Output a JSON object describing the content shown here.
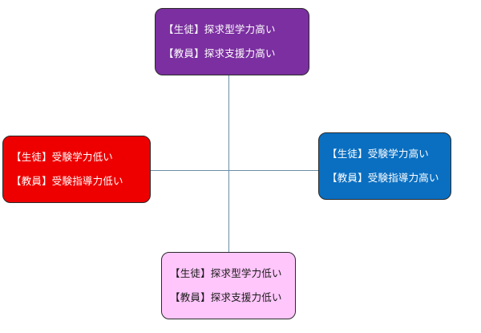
{
  "colors": {
    "top": "#7b2fa0",
    "left": "#ee0000",
    "right": "#0a6fc1",
    "bottom": "#ffc6fb"
  },
  "quadrants": {
    "top": {
      "line1": "【生徒】探求型学力高い",
      "line2": "【教員】探求支援力高い"
    },
    "left": {
      "line1": "【生徒】受験学力低い",
      "line2": "【教員】受験指導力低い"
    },
    "right": {
      "line1": "【生徒】受験学力高い",
      "line2": "【教員】受験指導力高い"
    },
    "bottom": {
      "line1": "【生徒】探求型学力低い",
      "line2": "【教員】探求支援力低い"
    }
  }
}
